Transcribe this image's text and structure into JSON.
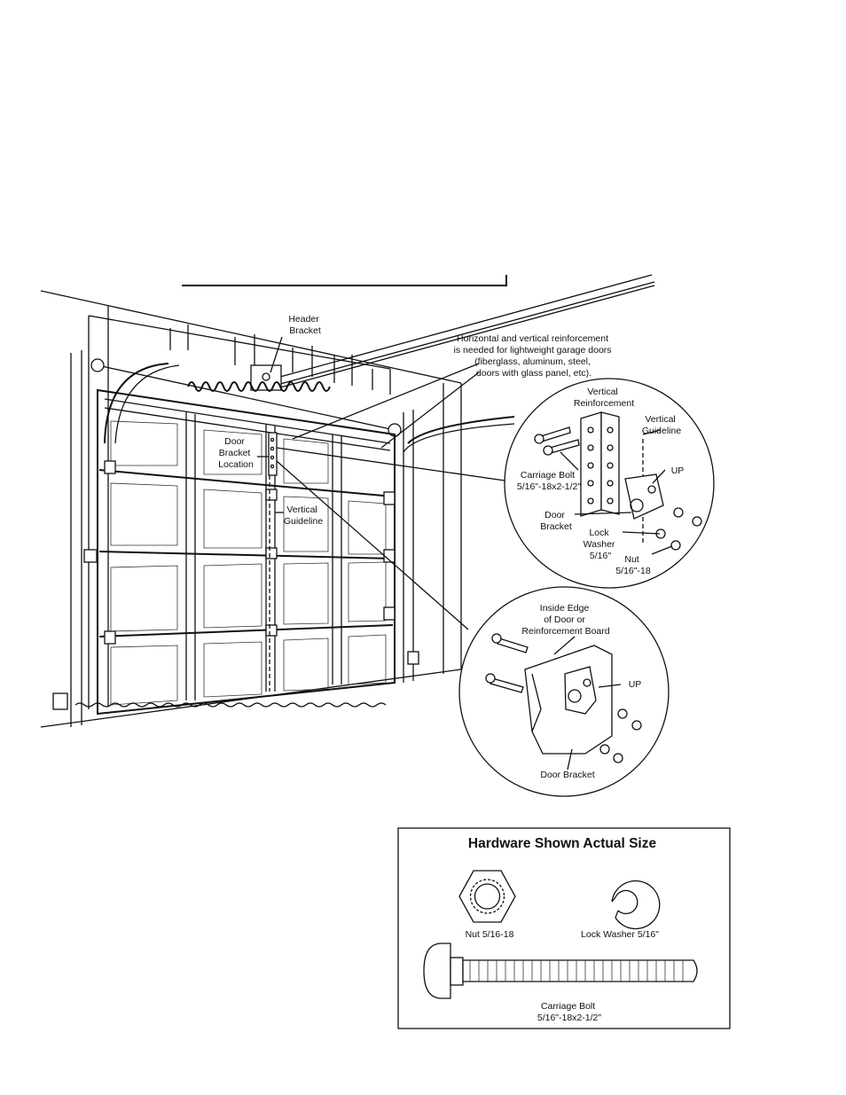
{
  "labels": {
    "header_bracket": [
      "Header",
      "Bracket"
    ],
    "reinforcement_note": [
      "Horizontal and vertical reinforcement",
      "is needed for lightweight garage doors",
      "(fiberglass, aluminum, steel,",
      "doors with glass panel, etc)."
    ],
    "door_bracket_location": [
      "Door",
      "Bracket",
      "Location"
    ],
    "vertical_guideline_door": [
      "Vertical",
      "Guideline"
    ],
    "vertical_reinforcement": [
      "Vertical",
      "Reinforcement"
    ],
    "vertical_guideline_detail": [
      "Vertical",
      "Guideline"
    ],
    "carriage_bolt_detail": [
      "Carriage Bolt",
      "5/16\"-18x2-1/2\""
    ],
    "up_top": "UP",
    "door_bracket_top": [
      "Door",
      "Bracket"
    ],
    "lock_washer_detail": [
      "Lock",
      "Washer",
      "5/16\""
    ],
    "nut_detail": [
      "Nut",
      "5/16\"-18"
    ],
    "inside_edge": [
      "Inside Edge",
      "of Door or",
      "Reinforcement Board"
    ],
    "up_bottom": "UP",
    "door_bracket_bottom": "Door Bracket"
  },
  "hardware": {
    "title": "Hardware Shown Actual Size",
    "nut_label": "Nut 5/16-18",
    "lock_washer_label": "Lock Washer 5/16\"",
    "carriage_bolt_label": [
      "Carriage Bolt",
      "5/16\"-18x2-1/2\""
    ]
  }
}
